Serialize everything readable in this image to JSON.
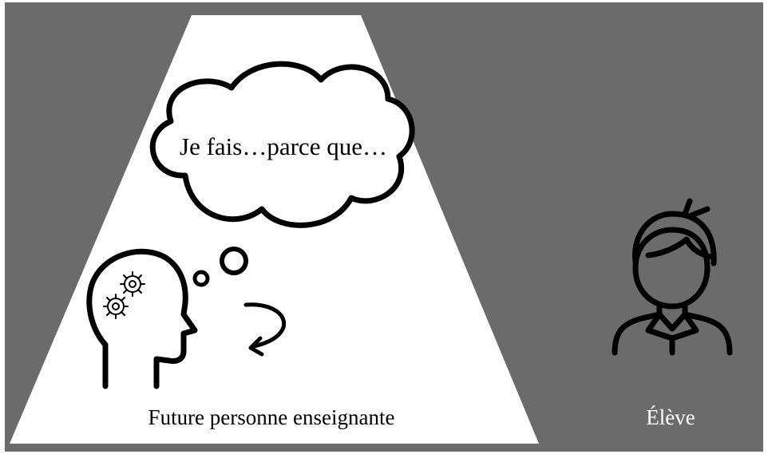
{
  "scene": {
    "thought_bubble_text": "Je fais…parce que…",
    "teacher_label": "Future personne enseignante",
    "student_label": "Élève"
  },
  "colors": {
    "background": "#6b6b6b",
    "spotlight": "#ffffff",
    "ink": "#000000",
    "student_ink": "#000000",
    "student_label": "#ffffff"
  },
  "icons": {
    "teacher": "head-with-gears-icon",
    "reflection": "circular-arrow-icon",
    "student": "student-person-icon"
  }
}
